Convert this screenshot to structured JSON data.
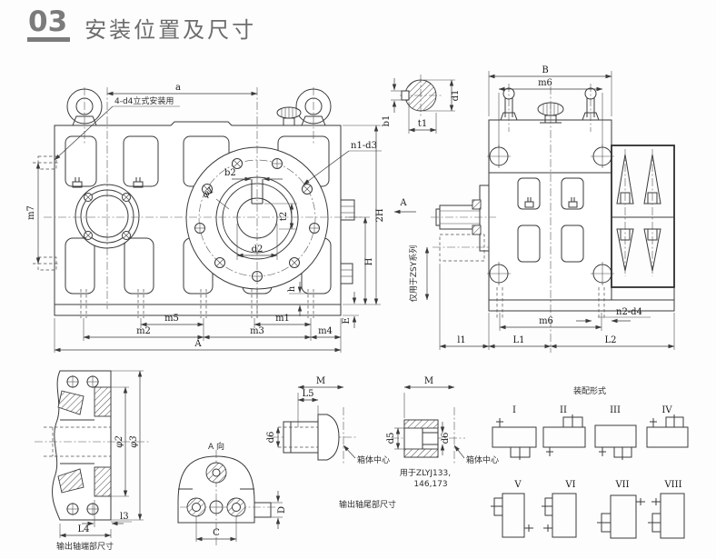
{
  "page": {
    "number": "03",
    "title": "安装位置及尺寸"
  },
  "front_view": {
    "a": "a",
    "mount_note": "4-d4立式安装用",
    "n1d3": "n1-d3",
    "b2": "b2",
    "phi1": "φ1",
    "t2": "t2",
    "d2": "d2",
    "m7": "m7",
    "H2": "2H",
    "H": "H",
    "E": "E",
    "h": "h",
    "m5": "m5",
    "m1": "m1",
    "m2": "m2",
    "m3": "m3",
    "m4": "m4",
    "A": "A"
  },
  "key_section": {
    "b1": "b1",
    "t1": "t1",
    "d1": "d1"
  },
  "side_view": {
    "B": "B",
    "m6_top": "m6",
    "view_arrow": "A",
    "zsy_note": "仅用于ZSY系列",
    "l1": "l1",
    "L1": "L1",
    "L2": "L2",
    "m6_bottom": "m6",
    "n2d4": "n2-d4"
  },
  "shaft_end": {
    "phi2": "φ2",
    "phi3": "φ3",
    "l3": "l3",
    "L4": "L4",
    "caption": "输出轴端部尺寸"
  },
  "view_a": {
    "label": "A 向",
    "C": "C",
    "D": "D"
  },
  "shaft_tail": {
    "M_left": "M",
    "L5": "L5",
    "d6_left": "d6",
    "center_left": "箱体中心",
    "M_right": "M",
    "d5": "d5",
    "d6_right": "d6",
    "center_right": "箱体中心",
    "note_line1": "用于ZLYJ133,",
    "note_line2": "146,173",
    "caption": "输出轴尾部尺寸"
  },
  "assembly": {
    "title": "装配形式",
    "forms": [
      "I",
      "II",
      "III",
      "IV",
      "V",
      "VI",
      "VII",
      "VIII"
    ]
  }
}
